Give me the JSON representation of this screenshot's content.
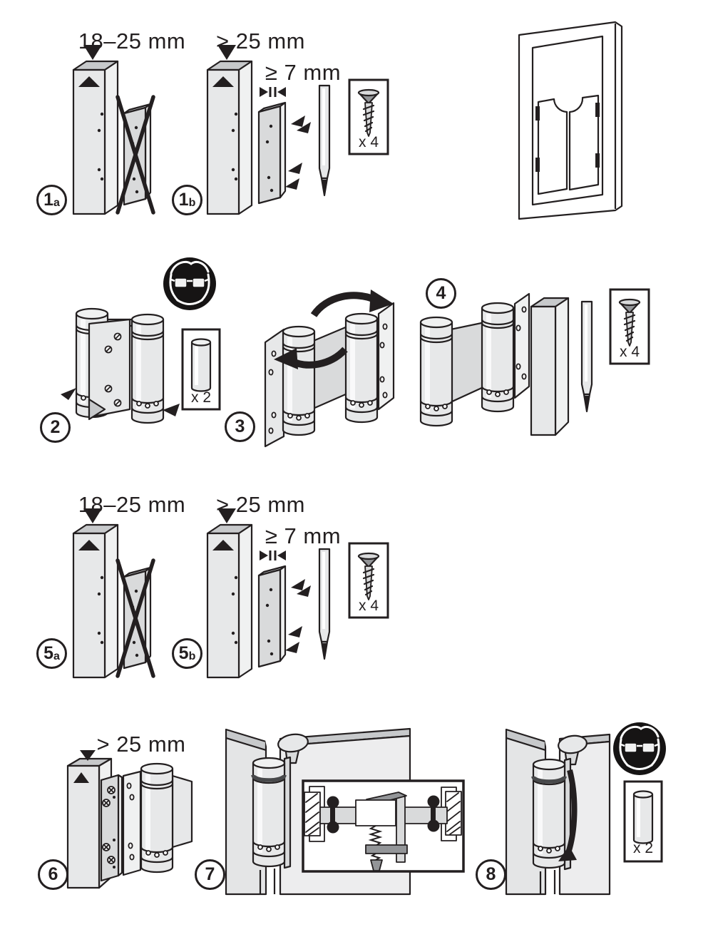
{
  "colors": {
    "line": "#231f20",
    "light_gray": "#e7e8e9",
    "mid_gray": "#c7c9cb",
    "dark_gray": "#939598",
    "background": "#ffffff"
  },
  "steps": {
    "s1a": {
      "num": "1",
      "sub": "a",
      "measure": "18–25 mm"
    },
    "s1b": {
      "num": "1",
      "sub": "b",
      "measure": "> 25 mm",
      "spacer": "≥ 7 mm",
      "screws": "x 4"
    },
    "s2": {
      "num": "2",
      "pins": "x 2"
    },
    "s3": {
      "num": "3"
    },
    "s4": {
      "num": "4",
      "screws": "x 4"
    },
    "s5a": {
      "num": "5",
      "sub": "a",
      "measure": "18–25 mm"
    },
    "s5b": {
      "num": "5",
      "sub": "b",
      "measure": "> 25 mm",
      "spacer": "≥ 7 mm",
      "screws": "x 4"
    },
    "s6": {
      "num": "6",
      "measure": "> 25 mm"
    },
    "s7": {
      "num": "7"
    },
    "s8": {
      "num": "8",
      "pins": "x 2"
    }
  },
  "icons": {
    "eye_protection_icon": "wear-safety-glasses",
    "screw_icon": "countersunk-screw",
    "screwdriver_icon": "phillips-screwdriver",
    "pin_icon": "hinge-pin",
    "rotation_arrows_icon": "hinge-rotates-both-ways",
    "no_icon": "crossed-out",
    "clamp_icon": "screw-clamp-top-view"
  }
}
